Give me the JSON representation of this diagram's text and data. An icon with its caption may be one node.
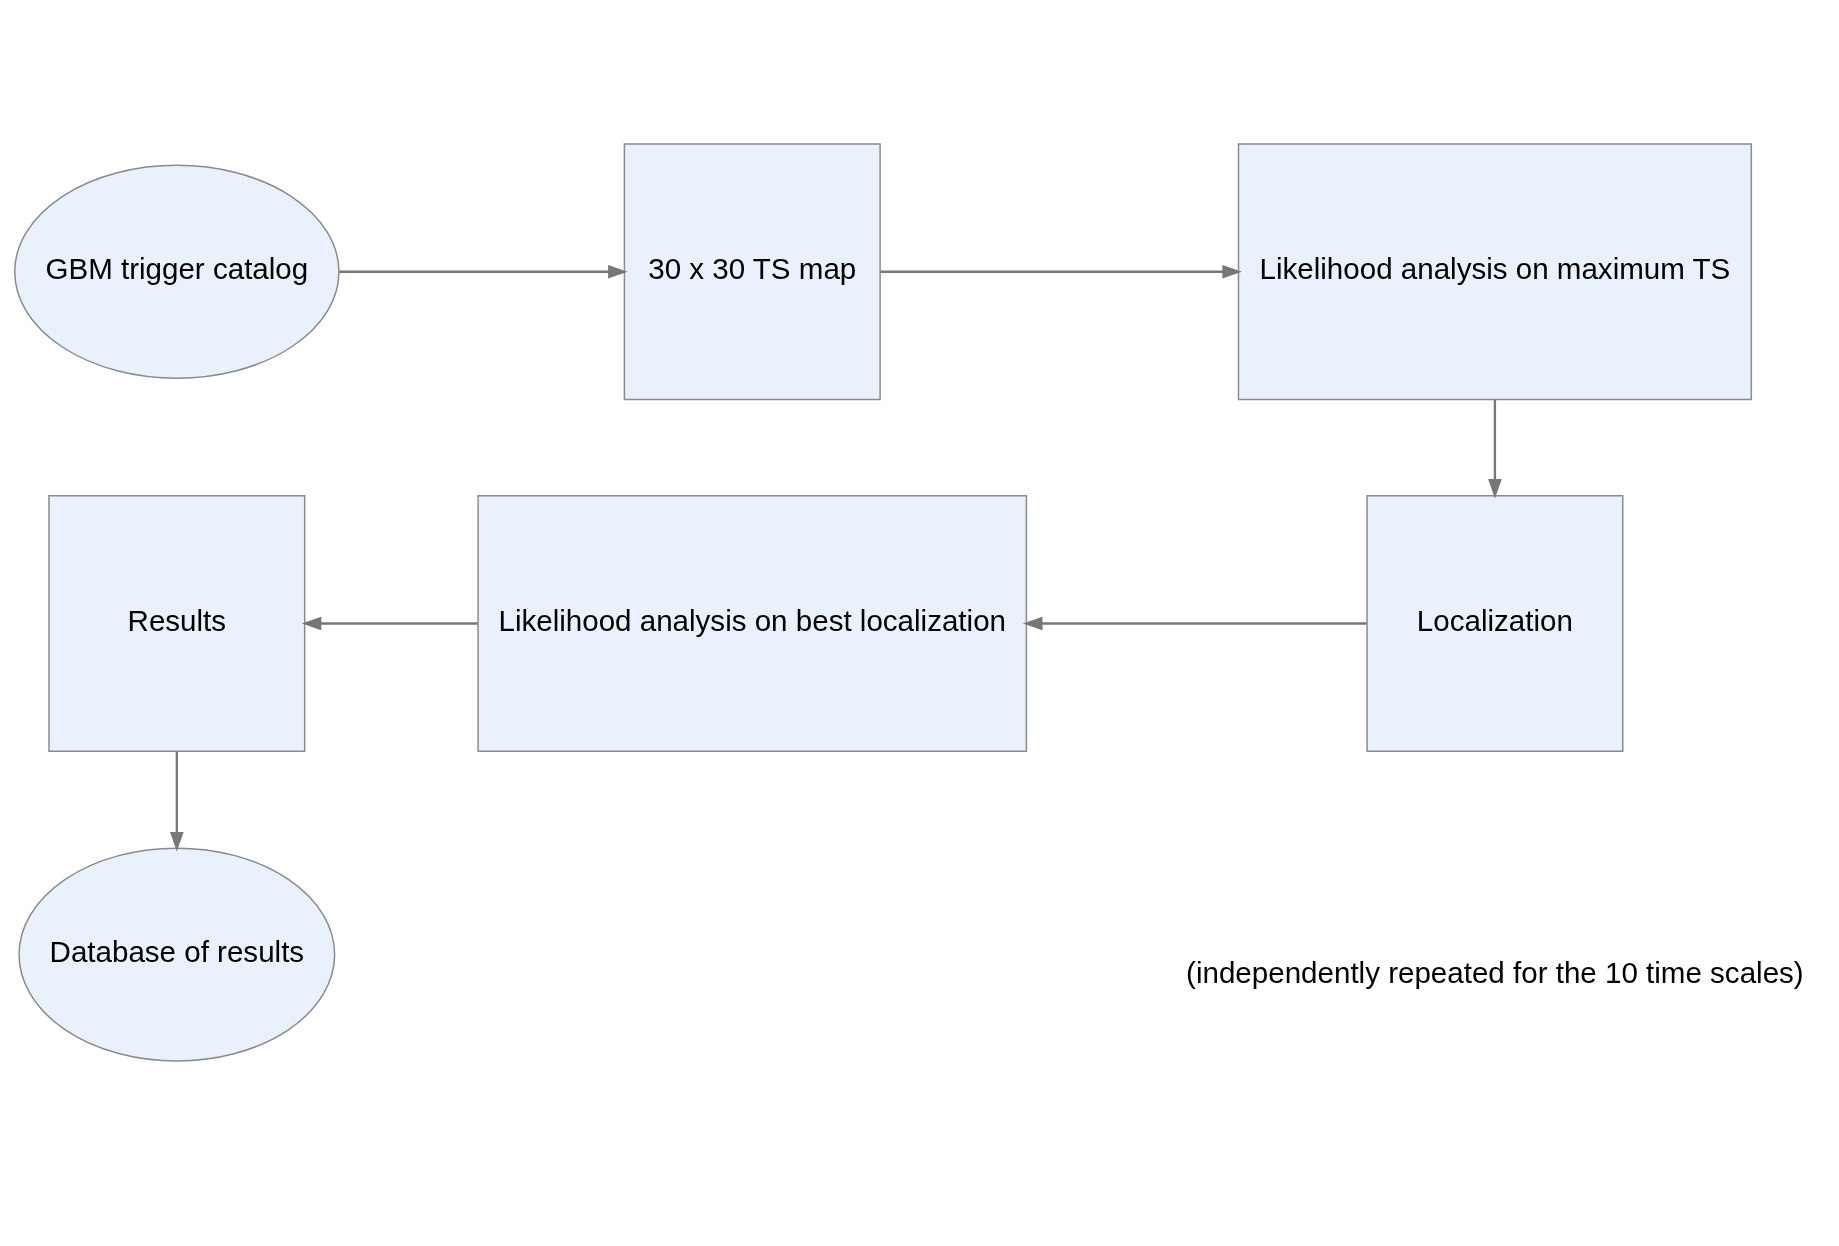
{
  "diagram": {
    "nodes": [
      {
        "text": [
          "GBM trigger catalog"
        ]
      },
      {
        "text": [
          "30 x 30 TS map"
        ]
      },
      {
        "text": [
          "Likelihood analysis on maximum TS"
        ]
      },
      {
        "text": [
          "Localization"
        ]
      },
      {
        "text": [
          "Likelihood analysis on best localization"
        ]
      },
      {
        "text": [
          "Results"
        ]
      },
      {
        "text": [
          "Database of results"
        ]
      }
    ],
    "edges": [
      {
        "from": 0,
        "to": 1,
        "arrow": "to"
      },
      {
        "from": 1,
        "to": 2,
        "arrow": "to"
      },
      {
        "from": 2,
        "to": 3,
        "arrow": "to"
      },
      {
        "from": 3,
        "to": 4,
        "arrow": "to"
      },
      {
        "from": 4,
        "to": 5,
        "arrow": "to"
      },
      {
        "from": 5,
        "to": 6,
        "arrow": "to"
      }
    ],
    "labels": [
      "(independently repeated for the 10 time scales)"
    ]
  }
}
